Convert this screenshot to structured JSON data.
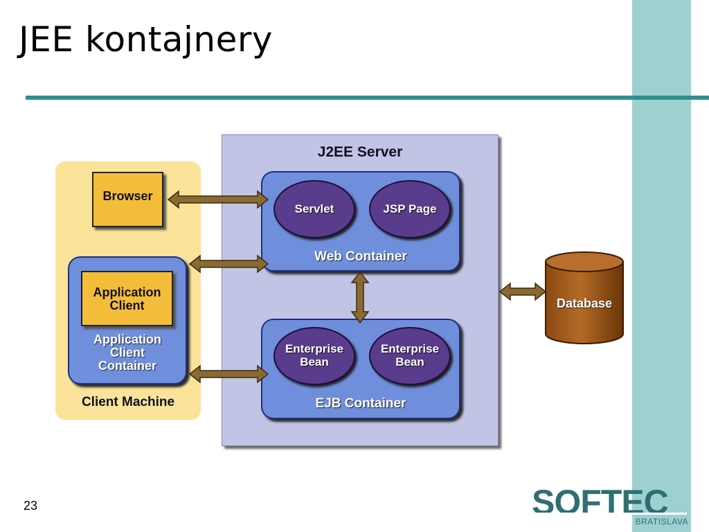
{
  "slide": {
    "title": "JEE kontajnery",
    "page_number": "23",
    "logo": {
      "name": "SOFTEC",
      "subtitle": "BRATISLAVA"
    },
    "colors": {
      "accent_rule": "#2f8f8f",
      "side_band": "#9fd0d0",
      "logo": "#2f6f73"
    }
  },
  "diagram": {
    "server": {
      "label": "J2EE Server"
    },
    "web_container": {
      "label": "Web Container",
      "components": [
        "Servlet",
        "JSP Page"
      ]
    },
    "ejb_container": {
      "label": "EJB Container",
      "components": [
        "Enterprise\nBean",
        "Enterprise\nBean"
      ]
    },
    "client_machine": {
      "label": "Client Machine",
      "browser": "Browser",
      "app_client": "Application\nClient",
      "app_client_container": "Application\nClient\nContainer"
    },
    "database": {
      "label": "Database"
    },
    "connections": [
      {
        "from": "Browser",
        "to": "Web Container",
        "kind": "bidirectional"
      },
      {
        "from": "Application Client Container",
        "to": "Web Container",
        "kind": "bidirectional"
      },
      {
        "from": "Application Client Container",
        "to": "EJB Container",
        "kind": "bidirectional"
      },
      {
        "from": "Web Container",
        "to": "EJB Container",
        "kind": "bidirectional"
      },
      {
        "from": "J2EE Server",
        "to": "Database",
        "kind": "bidirectional"
      }
    ]
  }
}
